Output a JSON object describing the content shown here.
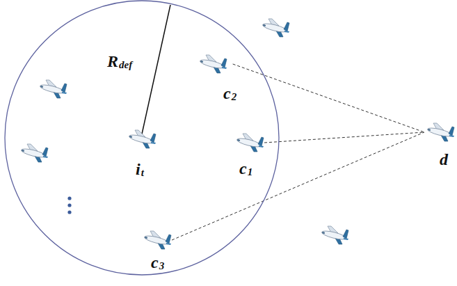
{
  "diagram": {
    "nodes": [
      {
        "text": [
          "Rdef"
        ]
      },
      {
        "text": [
          "c2"
        ],
        "in": 0
      },
      {
        "text": [
          "it"
        ],
        "in": 0
      },
      {
        "text": [
          "c1"
        ],
        "in": 0
      },
      {
        "text": [
          "c3"
        ],
        "in": 0
      },
      {
        "text": [
          "d"
        ]
      }
    ],
    "edges": [
      {
        "from": 1,
        "to": 5,
        "arrow": "none"
      },
      {
        "from": 3,
        "to": 5,
        "arrow": "none"
      },
      {
        "from": 4,
        "to": 5,
        "arrow": "none"
      }
    ]
  }
}
